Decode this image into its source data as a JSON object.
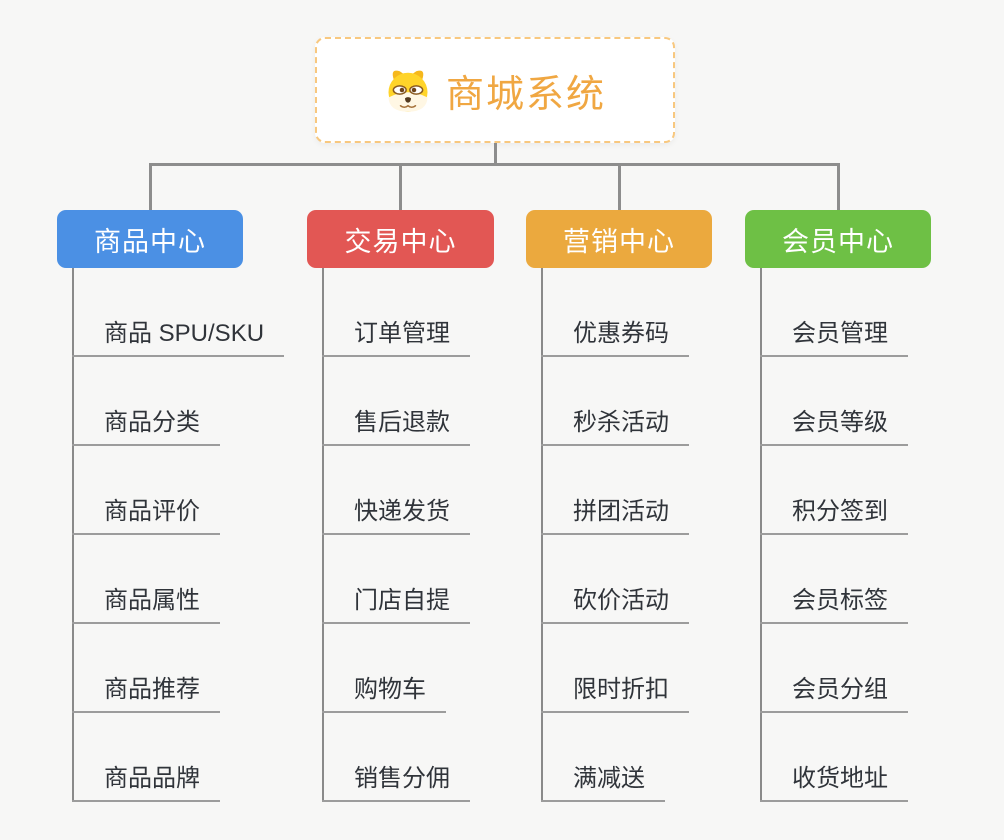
{
  "root": {
    "title": "商城系统",
    "icon": "doge-icon"
  },
  "branches": [
    {
      "label": "商品中心",
      "color": "#4b90e4",
      "children": [
        "商品 SPU/SKU",
        "商品分类",
        "商品评价",
        "商品属性",
        "商品推荐",
        "商品品牌"
      ]
    },
    {
      "label": "交易中心",
      "color": "#e25754",
      "children": [
        "订单管理",
        "售后退款",
        "快递发货",
        "门店自提",
        "购物车",
        "销售分佣"
      ]
    },
    {
      "label": "营销中心",
      "color": "#eba93e",
      "children": [
        "优惠券码",
        "秒杀活动",
        "拼团活动",
        "砍价活动",
        "限时折扣",
        "满减送"
      ]
    },
    {
      "label": "会员中心",
      "color": "#6ec045",
      "children": [
        "会员管理",
        "会员等级",
        "积分签到",
        "会员标签",
        "会员分组",
        "收货地址"
      ]
    }
  ],
  "colors": {
    "background": "#f7f7f6",
    "connector": "#8d8d8d",
    "spine": "#8a8a8a",
    "underline": "#9c9c9c",
    "root_title": "#f0a742",
    "root_border": "#f8c87f",
    "leaf_text": "#30343a"
  }
}
